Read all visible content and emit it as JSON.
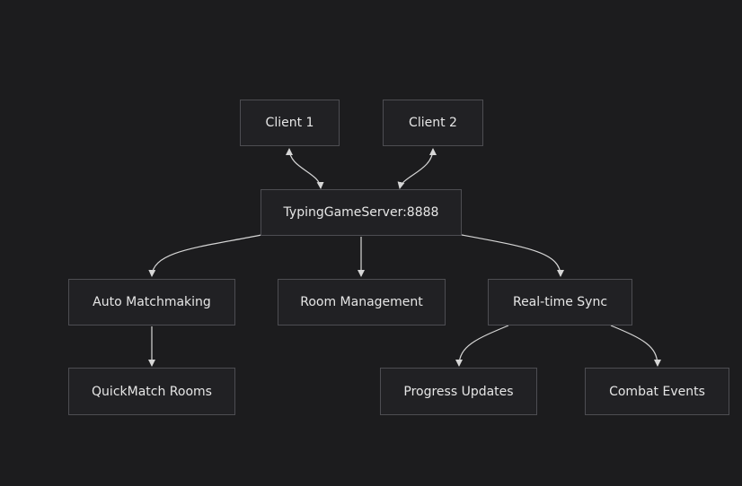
{
  "diagram": {
    "colors": {
      "background": "#1c1c1e",
      "node_fill": "#212124",
      "node_border": "#4d4d52",
      "edge": "#d6d6d6",
      "text": "#e6e6e6"
    },
    "nodes": {
      "client1": "Client 1",
      "client2": "Client 2",
      "server": "TypingGameServer:8888",
      "matchmaking": "Auto Matchmaking",
      "room_mgmt": "Room Management",
      "sync": "Real-time Sync",
      "quickmatch": "QuickMatch Rooms",
      "progress": "Progress Updates",
      "combat": "Combat Events"
    },
    "edges": [
      {
        "from": "client1",
        "to": "server",
        "bidirectional": true
      },
      {
        "from": "client2",
        "to": "server",
        "bidirectional": true
      },
      {
        "from": "server",
        "to": "matchmaking",
        "bidirectional": false
      },
      {
        "from": "server",
        "to": "room_mgmt",
        "bidirectional": false
      },
      {
        "from": "server",
        "to": "sync",
        "bidirectional": false
      },
      {
        "from": "matchmaking",
        "to": "quickmatch",
        "bidirectional": false
      },
      {
        "from": "sync",
        "to": "progress",
        "bidirectional": false
      },
      {
        "from": "sync",
        "to": "combat",
        "bidirectional": false
      }
    ]
  }
}
